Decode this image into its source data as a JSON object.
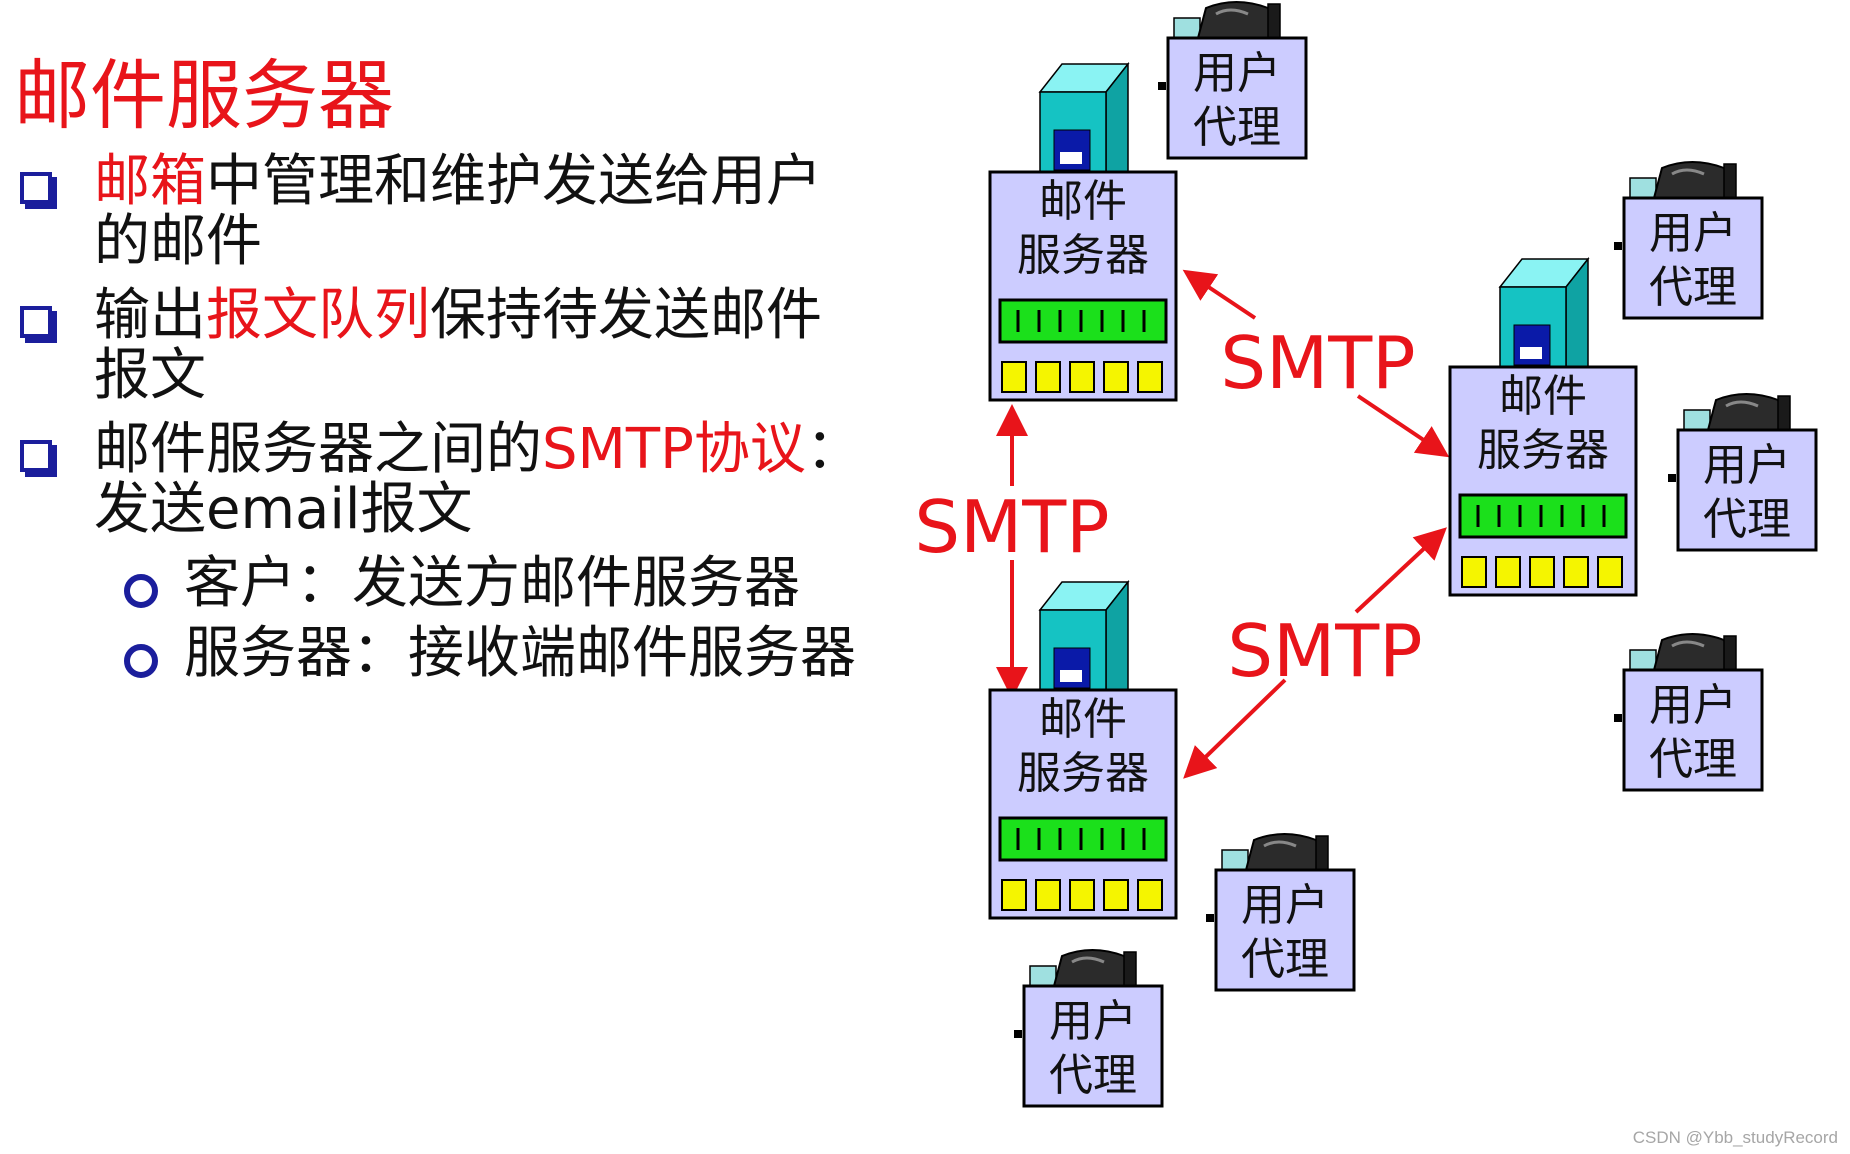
{
  "title": "邮件服务器",
  "bullets": [
    {
      "parts": [
        {
          "t": "邮箱",
          "hl": true
        },
        {
          "t": "中管理和维护发送给用户的邮件",
          "hl": false
        }
      ]
    },
    {
      "parts": [
        {
          "t": "输出",
          "hl": false
        },
        {
          "t": "报文队列",
          "hl": true
        },
        {
          "t": "保持待发送邮件报文",
          "hl": false
        }
      ]
    },
    {
      "parts": [
        {
          "t": "邮件服务器之间的",
          "hl": false
        },
        {
          "t": "SMTP协议",
          "hl": true
        },
        {
          "t": "：发送email报文",
          "hl": false
        }
      ]
    }
  ],
  "sub_bullets": [
    "客户：发送方邮件服务器",
    "服务器：接收端邮件服务器"
  ],
  "diagram": {
    "server_label": [
      "邮件",
      "服务器"
    ],
    "agent_label": [
      "用户",
      "代理"
    ],
    "protocol_label": "SMTP"
  },
  "colors": {
    "highlight": "#e8141a",
    "server_box": "#ccccff",
    "server_tower": "#15c3c3",
    "queue_bar": "#1be01b",
    "queue_slots": "#f5f500",
    "bullet_marker": "#1b1e9c"
  },
  "watermark": "CSDN @Ybb_studyRecord"
}
